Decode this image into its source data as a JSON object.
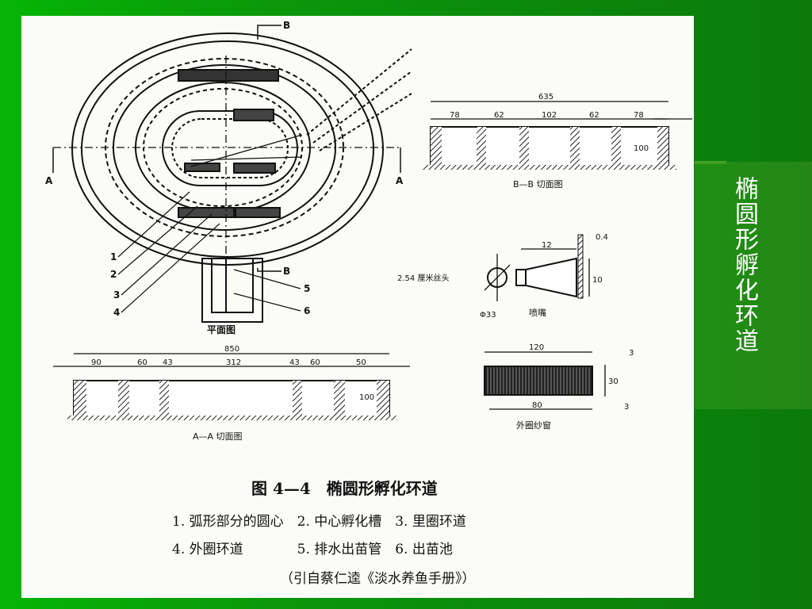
{
  "slide": {
    "side_title": "椭圆形孵化环道"
  },
  "figure": {
    "caption_title": "图 4—4　椭圆形孵化环道",
    "legend": {
      "row1": "1. 弧形部分的圆心　2. 中心孵化槽　3. 里圈环道",
      "row2": "4. 外圈环道　　　　5. 排水出苗管　6. 出苗池",
      "source": "（引自蔡仁逵《淡水养鱼手册》）"
    },
    "plan_view": {
      "label": "平面图",
      "section_markers": [
        "A",
        "A",
        "B",
        "B"
      ],
      "callouts": [
        "1",
        "2",
        "3",
        "4",
        "5",
        "6"
      ]
    },
    "section_bb": {
      "label": "B—B 切面图",
      "total": "635",
      "dims": [
        "78",
        "62",
        "102",
        "62",
        "78"
      ],
      "height": "100"
    },
    "nozzle": {
      "label": "喷嘴",
      "pipe_label": "2.54 厘米丝头",
      "dims": [
        "12",
        "10",
        "0.4"
      ],
      "dia": "Φ33"
    },
    "section_aa": {
      "label": "A—A 切面图",
      "total": "850",
      "dims": [
        "90",
        "60",
        "43",
        "312",
        "43",
        "60",
        "50"
      ],
      "height": "100"
    },
    "screen": {
      "label": "外圈纱窗",
      "top_dim": "120",
      "bottom_dim": "80",
      "side_dims": [
        "3",
        "3"
      ],
      "height": "30"
    }
  }
}
